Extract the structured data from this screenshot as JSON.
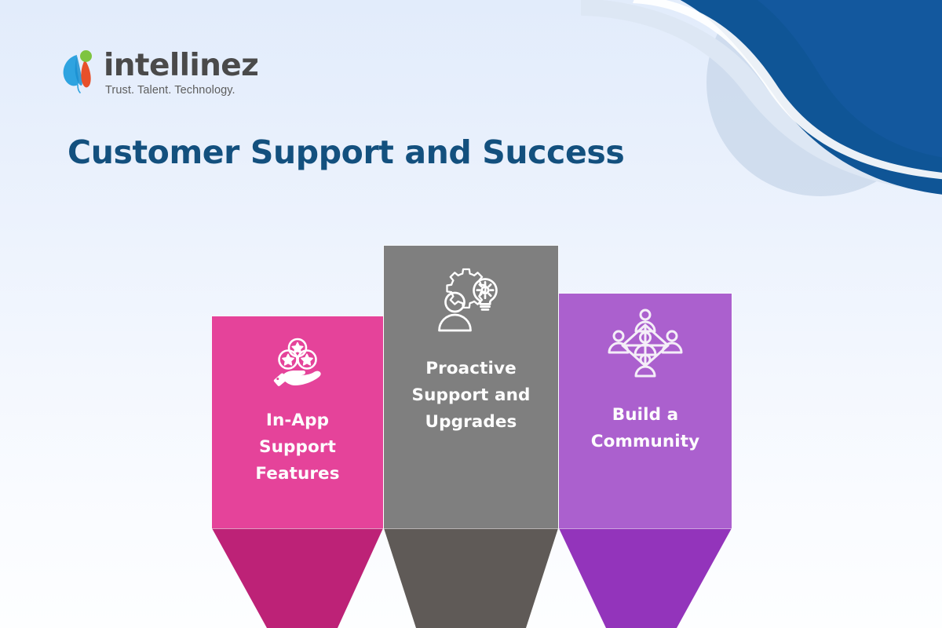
{
  "brand": {
    "logo_mark": "intellinez-leaf-logo",
    "name": "intellinez",
    "tagline": "Trust. Talent. Technology."
  },
  "headline": "Customer Support and Success",
  "decor": {
    "swoosh": "blue-wave-swoosh",
    "circle": "light-blue-circle"
  },
  "colors": {
    "background_top": "#e2ecfb",
    "background_bottom": "#fdfeff",
    "headline": "#13507e",
    "swoosh_dark": "#0f5596",
    "swoosh_mid": "#1a63a8",
    "circle": "#c7d6ea",
    "pink": "#e5439a",
    "pink_shadow": "#bd2277",
    "gray": "#7f7f7f",
    "gray_shadow": "#5f5a57",
    "purple": "#ab60ce",
    "purple_shadow": "#9334bb",
    "label_text": "#fdfdfd"
  },
  "pillars": [
    {
      "id": "in-app-support-features",
      "label": "In-App\nSupport\nFeatures",
      "lines": [
        "In-App",
        "Support",
        "Features"
      ],
      "icon": "hand-holding-star-coins-icon",
      "color": "#e5439a",
      "shadow_color": "#bd2277"
    },
    {
      "id": "proactive-support-and-upgrades",
      "label": "Proactive\nSupport and\nUpgrades",
      "lines": [
        "Proactive",
        "Support and",
        "Upgrades"
      ],
      "icon": "person-gear-lightbulb-icon",
      "color": "#7f7f7f",
      "shadow_color": "#5f5a57"
    },
    {
      "id": "build-a-community",
      "label": "Build a\nCommunity",
      "lines": [
        "Build a",
        "Community"
      ],
      "icon": "people-network-community-icon",
      "color": "#ab60ce",
      "shadow_color": "#9334bb"
    }
  ]
}
